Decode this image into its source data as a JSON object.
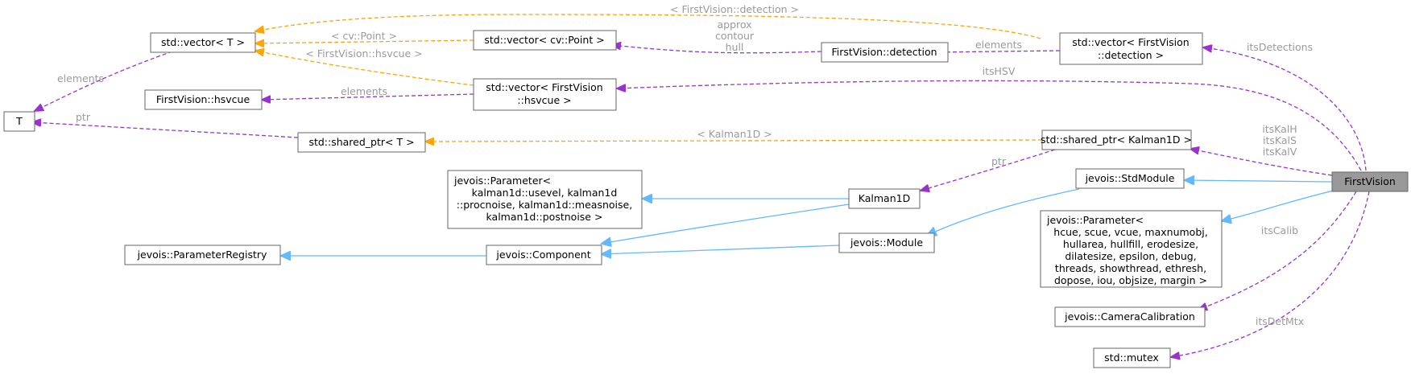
{
  "nodes": {
    "T": "T",
    "vector_T": "std::vector< T >",
    "hsvcue": "FirstVision::hsvcue",
    "shared_ptr_T": "std::shared_ptr< T >",
    "vector_point": "std::vector< cv::Point >",
    "vector_hsvcue": [
      "std::vector< FirstVision",
      "::hsvcue >"
    ],
    "detection": "FirstVision::detection",
    "vector_detection": [
      "std::vector< FirstVision",
      "::detection >"
    ],
    "shared_ptr_kalman": "std::shared_ptr< Kalman1D >",
    "kalman_param": [
      "jevois::Parameter<",
      "kalman1d::usevel, kalman1d",
      "::procnoise, kalman1d::measnoise,",
      "kalman1d::postnoise >"
    ],
    "kalman1d": "Kalman1D",
    "param_registry": "jevois::ParameterRegistry",
    "component": "jevois::Component",
    "module": "jevois::Module",
    "std_module": "jevois::StdModule",
    "fv_param": [
      "jevois::Parameter<",
      "hcue, scue, vcue, maxnumobj,",
      "hullarea, hullfill, erodesize,",
      "dilatesize, epsilon, debug,",
      "threads, showthread, ethresh,",
      "dopose, iou, objsize, margin >"
    ],
    "camera_calib": "jevois::CameraCalibration",
    "mutex": "std::mutex",
    "first_vision": "FirstVision"
  },
  "edge_labels": {
    "fv_detection_tmpl": "< FirstVision::detection >",
    "point_tmpl": "< cv::Point >",
    "hsvcue_tmpl": "< FirstVision::hsvcue >",
    "vector_elements": "elements",
    "approx_contour_hull": [
      "approx",
      "contour",
      "hull"
    ],
    "detection_elements": "elements",
    "hsvcue_elements": "elements",
    "its_detections": "itsDetections",
    "its_hsv": "itsHSV",
    "ptr_T": "ptr",
    "kalman_tmpl": "< Kalman1D >",
    "its_kal": [
      "itsKalH",
      "itsKalS",
      "itsKalV"
    ],
    "ptr_kalman": "ptr",
    "its_calib": "itsCalib",
    "its_det_mtx": "itsDetMtx"
  },
  "colors": {
    "member_edge": "#9a32cd",
    "template_edge": "#ffa500",
    "inherit_edge": "#63b8ff",
    "node_border": "#666666",
    "highlight_fill": "#999999",
    "label_text": "#9a9a9a"
  }
}
